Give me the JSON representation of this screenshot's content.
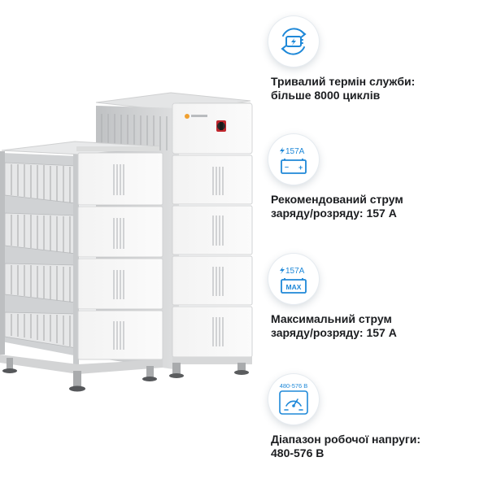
{
  "product": {
    "brand_logo_icon": "solar-brand-logo-icon",
    "switch_icon": "rotary-switch-icon"
  },
  "features": [
    {
      "icon": "battery-cycle-icon",
      "line1": "Тривалий термін служби:",
      "line2": "більше 8000 циклів"
    },
    {
      "icon": "battery-current-icon",
      "badge": "157A",
      "line1": "Рекомендований струм",
      "line2": "заряду/розряду: 157 А"
    },
    {
      "icon": "battery-max-current-icon",
      "badge": "157A",
      "badge2": "MAX",
      "line1": "Максимальний струм",
      "line2": "заряду/розряду: 157 А"
    },
    {
      "icon": "voltage-gauge-icon",
      "badge": "480-576 В",
      "line1": "Діапазон робочої напруги:",
      "line2": "480-576 В"
    }
  ],
  "colors": {
    "accent": "#1e88d8",
    "text": "#1b1d20",
    "module_white": "#f7f7f7",
    "frame_grey": "#d9dadb"
  }
}
